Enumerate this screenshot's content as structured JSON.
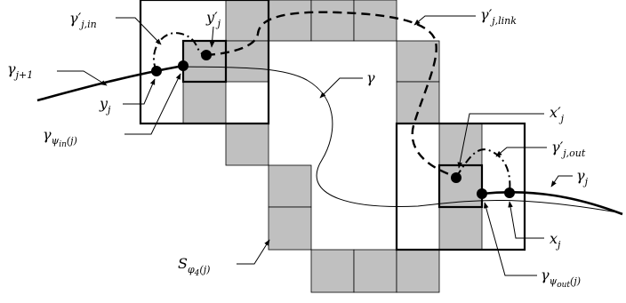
{
  "colors": {
    "cell_fill": "#c0c0c0",
    "stroke": "#000000",
    "background": "#ffffff"
  },
  "labels": {
    "gamma_j_in_prime": {
      "base": "γ′",
      "sub": "j,in"
    },
    "y_j_prime": {
      "base": "y′",
      "sub": "j"
    },
    "gamma_j_link_prime": {
      "base": "γ′",
      "sub": "j,link"
    },
    "gamma_j_plus_1": {
      "base": "γ",
      "sub": "j+1"
    },
    "gamma": {
      "base": "γ"
    },
    "y_j": {
      "base": "y",
      "sub": "j"
    },
    "gamma_psi_in": {
      "base": "γ",
      "sub": "ψ",
      "sub2": "in",
      "sub_tail": "(j)"
    },
    "x_j_prime": {
      "base": "x′",
      "sub": "j"
    },
    "gamma_j_out_prime": {
      "base": "γ′",
      "sub": "j,out"
    },
    "gamma_j": {
      "base": "γ",
      "sub": "j"
    },
    "x_j": {
      "base": "x",
      "sub": "j"
    },
    "s_phi4": {
      "base": "S",
      "sub": "φ",
      "sub2": "4",
      "sub_tail": "(j)"
    },
    "gamma_psi_out": {
      "base": "γ",
      "sub": "ψ",
      "sub2": "out",
      "sub_tail": "(j)"
    }
  }
}
